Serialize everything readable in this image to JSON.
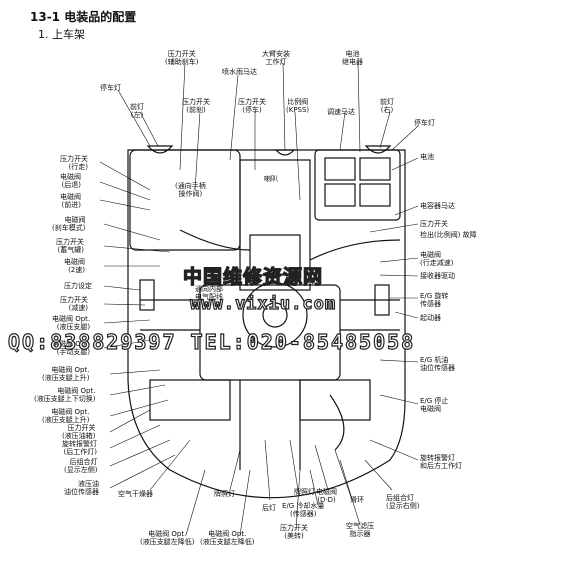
{
  "header": {
    "section": "13-1  电装品的配置",
    "subsection": "1.  上车架"
  },
  "labels_top": [
    {
      "id": "t1",
      "text": "压力开关\n(辅助刹车)"
    },
    {
      "id": "t2",
      "text": "大臂安装\n工作灯"
    },
    {
      "id": "t3",
      "text": "电池\n继电器"
    },
    {
      "id": "t4",
      "text": "喷水雨马达"
    },
    {
      "id": "t5",
      "text": "停车灯"
    },
    {
      "id": "t6",
      "text": "前灯\n(左)"
    },
    {
      "id": "t7",
      "text": "压力开关\n(前刹)"
    },
    {
      "id": "t8",
      "text": "压力开关\n(停车)"
    },
    {
      "id": "t9",
      "text": "比例阀\n(KPSS)"
    },
    {
      "id": "t10",
      "text": "调速马达"
    },
    {
      "id": "t11",
      "text": "前灯\n(右)"
    },
    {
      "id": "t12",
      "text": "停车灯"
    }
  ],
  "labels_left": [
    {
      "id": "l1",
      "text": "压力开关\n(行走)"
    },
    {
      "id": "l2",
      "text": "电磁阀\n(后退)"
    },
    {
      "id": "l3",
      "text": "电磁阀\n(前进)"
    },
    {
      "id": "l4",
      "text": "电磁阀\n(刹车模式)"
    },
    {
      "id": "l5",
      "text": "压力开关\n(蓄气罐)"
    },
    {
      "id": "l6",
      "text": "电磁阀\n(2速)"
    },
    {
      "id": "l7",
      "text": "压力设定"
    },
    {
      "id": "l8",
      "text": "压力开关\n(减速)"
    },
    {
      "id": "l9",
      "text": "电磁阀 Opt.\n(液压支腿)"
    },
    {
      "id": "l10",
      "text": "电磁阀 Opt.\n(手动支腿)"
    },
    {
      "id": "l11",
      "text": "电磁阀 Opt.\n(液压支腿上升)"
    },
    {
      "id": "l12",
      "text": "电磁阀 Opt.\n(液压支腿上下切换)"
    },
    {
      "id": "l13",
      "text": "电磁阀 Opt.\n(液压支腿上升)"
    },
    {
      "id": "l14",
      "text": "压力开关\n(液压油箱)"
    },
    {
      "id": "l15",
      "text": "旋转报警灯\n(后工作灯)"
    },
    {
      "id": "l16",
      "text": "后组合灯\n(显示左侧)"
    },
    {
      "id": "l17",
      "text": "液压油\n油位传感器"
    }
  ],
  "labels_right": [
    {
      "id": "r1",
      "text": "电池"
    },
    {
      "id": "r2",
      "text": "电容器马达"
    },
    {
      "id": "r3",
      "text": "压力开关"
    },
    {
      "id": "r4",
      "text": "检出(比例阀) 故障"
    },
    {
      "id": "r5",
      "text": "电磁阀\n(行走减速)"
    },
    {
      "id": "r6",
      "text": "接收器驱动"
    },
    {
      "id": "r7",
      "text": "E/G 旋转\n传感器"
    },
    {
      "id": "r8",
      "text": "起动器"
    },
    {
      "id": "r9",
      "text": "E/G 机油\n油位传感器"
    },
    {
      "id": "r10",
      "text": "E/G 停止\n电磁阀"
    },
    {
      "id": "r11",
      "text": "旋转报警灯\n和后方工作灯"
    },
    {
      "id": "r12",
      "text": "后组合灯\n(显示右侧)"
    }
  ],
  "labels_inner": [
    {
      "id": "i1",
      "text": "(通向手柄\n操作阀)"
    },
    {
      "id": "i2",
      "text": "喇叭"
    },
    {
      "id": "i3",
      "text": "通向内部\n电气配线"
    }
  ],
  "labels_bottom": [
    {
      "id": "b1",
      "text": "空气干燥器"
    },
    {
      "id": "b2",
      "text": "牌照灯"
    },
    {
      "id": "b3",
      "text": "后灯"
    },
    {
      "id": "b4",
      "text": "E/G 冷却水量\n(传感器)"
    },
    {
      "id": "b5",
      "text": "牌照灯"
    },
    {
      "id": "b6",
      "text": "电磁阀\n(D·D)"
    },
    {
      "id": "b7",
      "text": "滑环"
    },
    {
      "id": "b8",
      "text": "空气滤压\n指示器"
    },
    {
      "id": "b9",
      "text": "电磁阀 Opt.\n(液压支腿左降低)"
    },
    {
      "id": "b10",
      "text": "电磁阀 Opt.\n(液压支腿左降低)"
    },
    {
      "id": "b11",
      "text": "压力开关\n(美转)"
    }
  ],
  "watermark": {
    "line1": "中国维修资源网",
    "line2": "www.vixiu.com",
    "line3": "QQ:838829397 TEL:020-85485058"
  }
}
